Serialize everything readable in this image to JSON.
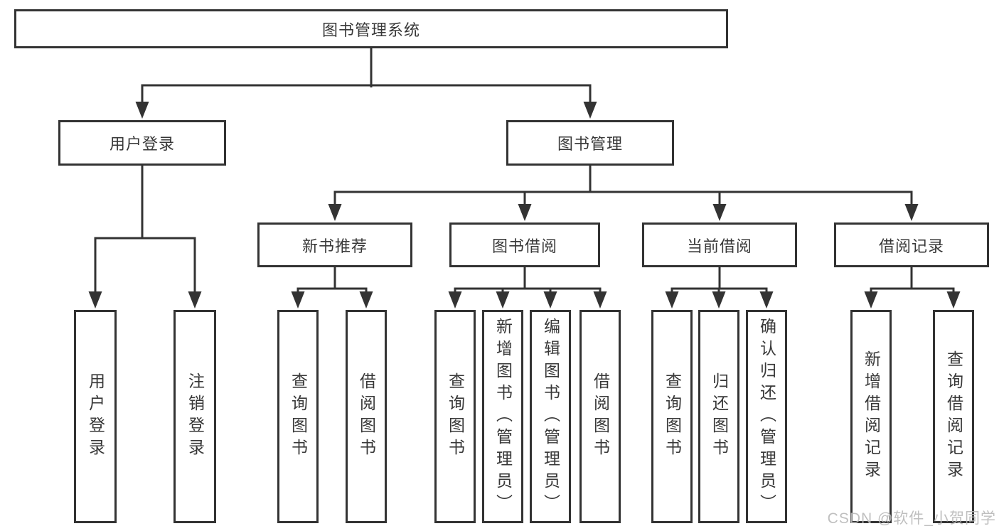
{
  "diagram": {
    "root": {
      "label": "图书管理系统",
      "children": [
        {
          "label": "用户登录",
          "children": [
            {
              "label": "用户登录"
            },
            {
              "label": "注销登录"
            }
          ]
        },
        {
          "label": "图书管理",
          "children": [
            {
              "label": "新书推荐",
              "children": [
                {
                  "label": "查询图书"
                },
                {
                  "label": "借阅图书"
                }
              ]
            },
            {
              "label": "图书借阅",
              "children": [
                {
                  "label": "查询图书"
                },
                {
                  "label": "新增图书（管理员）"
                },
                {
                  "label": "编辑图书（管理员）"
                },
                {
                  "label": "借阅图书"
                }
              ]
            },
            {
              "label": "当前借阅",
              "children": [
                {
                  "label": "查询图书"
                },
                {
                  "label": "归还图书"
                },
                {
                  "label": "确认归还（管理员）"
                }
              ]
            },
            {
              "label": "借阅记录",
              "children": [
                {
                  "label": "新增借阅记录"
                },
                {
                  "label": "查询借阅记录"
                }
              ]
            }
          ]
        }
      ]
    },
    "colors": {
      "line": "#333333",
      "box_border": "#333333",
      "box_background": "#ffffff",
      "text": "#383838",
      "watermark": "#b9b9b9",
      "page_background": "#ffffff"
    },
    "watermark": "CSDN @软件_小贺同学"
  }
}
